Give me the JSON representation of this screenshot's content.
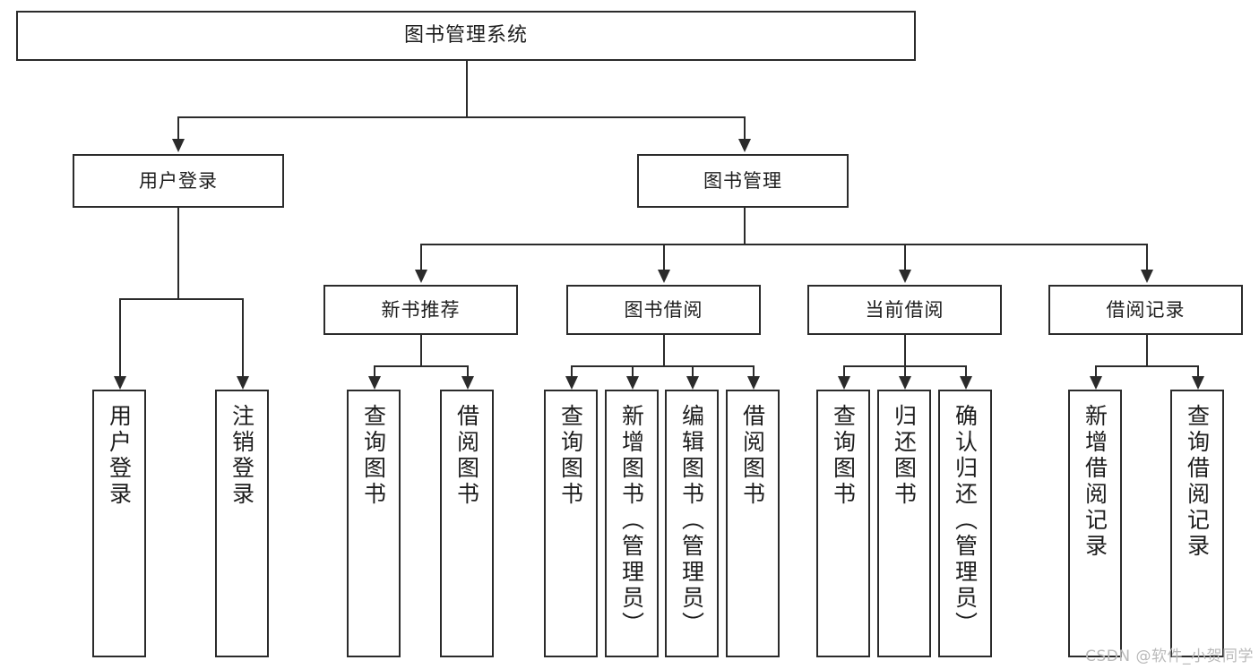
{
  "diagram": {
    "title_node": {
      "label": "图书管理系统"
    },
    "level1": [
      {
        "label": "用户登录"
      },
      {
        "label": "图书管理"
      }
    ],
    "level2": [
      {
        "label": "新书推荐"
      },
      {
        "label": "图书借阅"
      },
      {
        "label": "当前借阅"
      },
      {
        "label": "借阅记录"
      }
    ],
    "leaves": {
      "user_login_group": [
        {
          "label": "用户登录"
        },
        {
          "label": "注销登录"
        }
      ],
      "new_book_group": [
        {
          "label": "查询图书"
        },
        {
          "label": "借阅图书"
        }
      ],
      "borrow_book_group": [
        {
          "label": "查询图书"
        },
        {
          "label": "新增图书（管理员）"
        },
        {
          "label": "编辑图书（管理员）"
        },
        {
          "label": "借阅图书"
        }
      ],
      "current_borrow_group": [
        {
          "label": "查询图书"
        },
        {
          "label": "归还图书"
        },
        {
          "label": "确认归还（管理员）"
        }
      ],
      "borrow_record_group": [
        {
          "label": "新增借阅记录"
        },
        {
          "label": "查询借阅记录"
        }
      ]
    }
  },
  "watermark": {
    "text": "CSDN @软件_小贺同学"
  },
  "colors": {
    "stroke": "#2b2b2b",
    "background": "#ffffff",
    "text": "#1d1d1d",
    "watermark": "#b9b9b9"
  }
}
